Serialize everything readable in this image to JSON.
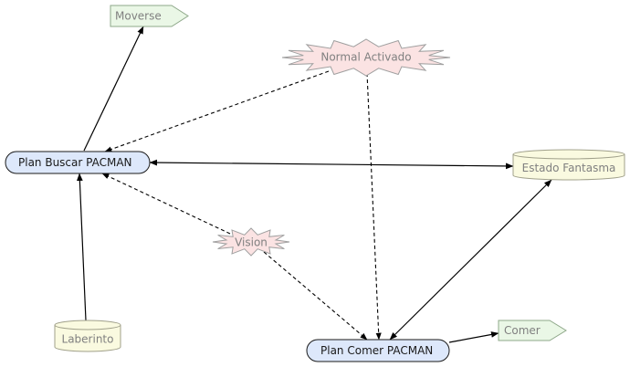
{
  "nodes": {
    "moverse": {
      "label": "Moverse",
      "kind": "action",
      "fill": "#eaf7e6",
      "stroke": "#8fa88a"
    },
    "normal_activado": {
      "label": "Normal Activado",
      "kind": "event",
      "fill": "#fbe3e3",
      "stroke": "#a0a0a0"
    },
    "plan_buscar": {
      "label": "Plan Buscar PACMAN",
      "kind": "plan",
      "fill": "#dde8fb",
      "stroke": "#1a1a1a"
    },
    "estado_fantasma": {
      "label": "Estado Fantasma",
      "kind": "belief",
      "fill": "#fafae0",
      "stroke": "#a0a08a"
    },
    "vision": {
      "label": "Vision",
      "kind": "event",
      "fill": "#fbe3e3",
      "stroke": "#a0a0a0"
    },
    "laberinto": {
      "label": "Laberinto",
      "kind": "belief",
      "fill": "#fafae0",
      "stroke": "#a0a08a"
    },
    "plan_comer": {
      "label": "Plan Comer PACMAN",
      "kind": "plan",
      "fill": "#dde8fb",
      "stroke": "#1a1a1a"
    },
    "comer": {
      "label": "Comer",
      "kind": "action",
      "fill": "#eaf7e6",
      "stroke": "#8fa88a"
    }
  },
  "edges": [
    {
      "from": "plan_buscar",
      "to": "moverse",
      "style": "solid",
      "direction": "forward"
    },
    {
      "from": "normal_activado",
      "to": "plan_buscar",
      "style": "dashed",
      "direction": "forward"
    },
    {
      "from": "normal_activado",
      "to": "plan_comer",
      "style": "dashed",
      "direction": "forward"
    },
    {
      "from": "plan_buscar",
      "to": "estado_fantasma",
      "style": "solid",
      "direction": "both"
    },
    {
      "from": "vision",
      "to": "plan_buscar",
      "style": "dashed",
      "direction": "forward"
    },
    {
      "from": "vision",
      "to": "plan_comer",
      "style": "dashed",
      "direction": "forward"
    },
    {
      "from": "laberinto",
      "to": "plan_buscar",
      "style": "solid",
      "direction": "forward"
    },
    {
      "from": "plan_comer",
      "to": "estado_fantasma",
      "style": "solid",
      "direction": "both"
    },
    {
      "from": "plan_comer",
      "to": "comer",
      "style": "solid",
      "direction": "forward"
    }
  ]
}
